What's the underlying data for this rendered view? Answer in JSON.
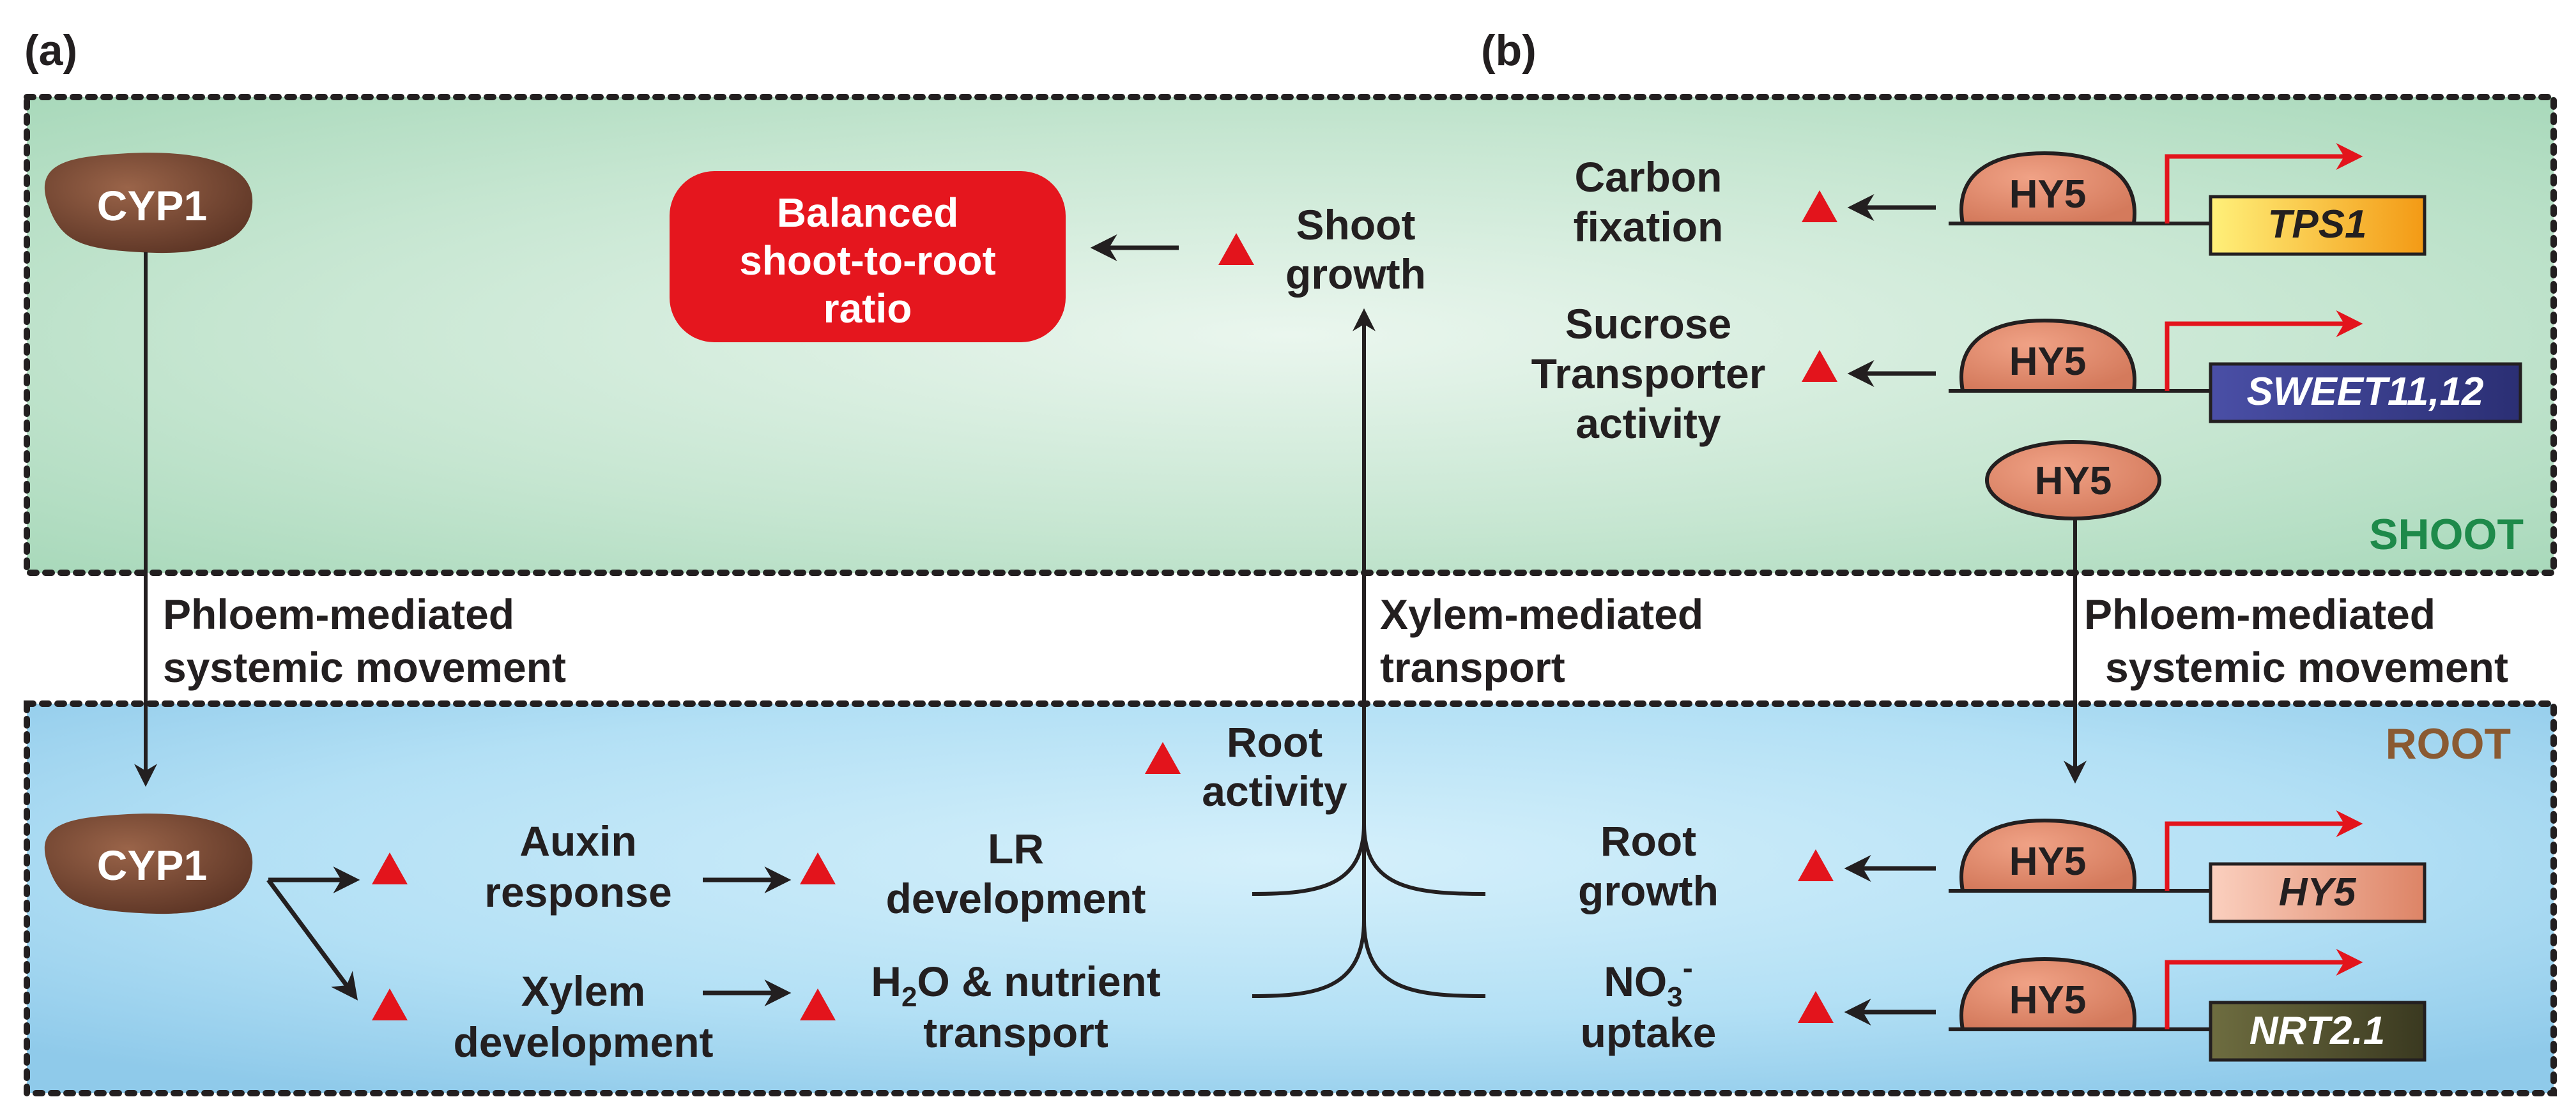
{
  "panels": {
    "a": "(a)",
    "b": "(b)"
  },
  "regions": {
    "shoot": "SHOOT",
    "root": "ROOT"
  },
  "colors": {
    "shoot_text": "#1e8a4a",
    "root_text": "#8a5a32",
    "increase_marker": "#e3141c",
    "balanced_box": "#e5161e",
    "cyp1": "#7a4a32",
    "hy5": "#df8a6c",
    "promoter_arrow": "#e3141c",
    "tps1": "#f6b51a",
    "sweet": "#3a3f8f",
    "hy5_gene": "#e6927a",
    "nrt": "#4b4a2a"
  },
  "proteins": {
    "cyp1": "CYP1",
    "hy5": "HY5"
  },
  "panel_a": {
    "balanced": [
      "Balanced",
      "shoot-to-root",
      "ratio"
    ],
    "shoot_growth": [
      "Shoot",
      "growth"
    ],
    "phloem": [
      "Phloem-mediated",
      "systemic movement"
    ],
    "xylem_transport": [
      "Xylem-mediated",
      "transport"
    ],
    "root_activity": [
      "Root",
      "activity"
    ],
    "auxin": [
      "Auxin",
      "response"
    ],
    "lr": [
      "LR",
      "development"
    ],
    "xylem_dev": [
      "Xylem",
      "development"
    ],
    "h2o": [
      "H",
      "2",
      "O & nutrient",
      "transport"
    ]
  },
  "panel_b": {
    "carbon": [
      "Carbon",
      "fixation"
    ],
    "sucrose": [
      "Sucrose",
      "Transporter",
      "activity"
    ],
    "root_growth": [
      "Root",
      "growth"
    ],
    "no3": [
      "NO",
      "3",
      "-",
      "uptake"
    ],
    "phloem": [
      "Phloem-mediated",
      "systemic movement"
    ],
    "genes": {
      "tps1": "TPS1",
      "sweet": "SWEET11,12",
      "hy5": "HY5",
      "nrt": "NRT2.1"
    }
  }
}
